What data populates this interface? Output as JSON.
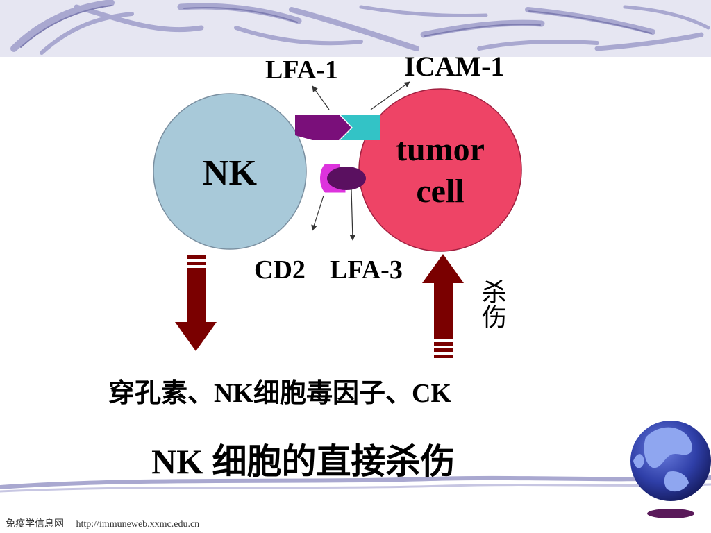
{
  "labels": {
    "lfa1": "LFA-1",
    "icam1": "ICAM-1",
    "nk": "NK",
    "tumor_line1": "tumor",
    "tumor_line2": "cell",
    "cd2": "CD2",
    "lfa3": "LFA-3",
    "kill": "杀伤"
  },
  "effector_caption": "穿孔素、NK细胞毒因子、CK",
  "title": "NK 细胞的直接杀伤",
  "footer": {
    "site_name": "免疫学信息网",
    "url": "http://immuneweb.xxmc.edu.cn"
  },
  "colors": {
    "nk_cell": "#a8c9d9",
    "tumor_cell": "#ee4466",
    "lfa1_receptor": "#7a0f7a",
    "icam1_ligand": "#33c3c6",
    "cd2_receptor": "#dd33dd",
    "lfa3_ligand": "#5a1060",
    "arrows": "#7a0000",
    "swirl": "#a9a8d0",
    "banner": "#e6e6f2"
  },
  "icons": [
    "globe-icon"
  ]
}
